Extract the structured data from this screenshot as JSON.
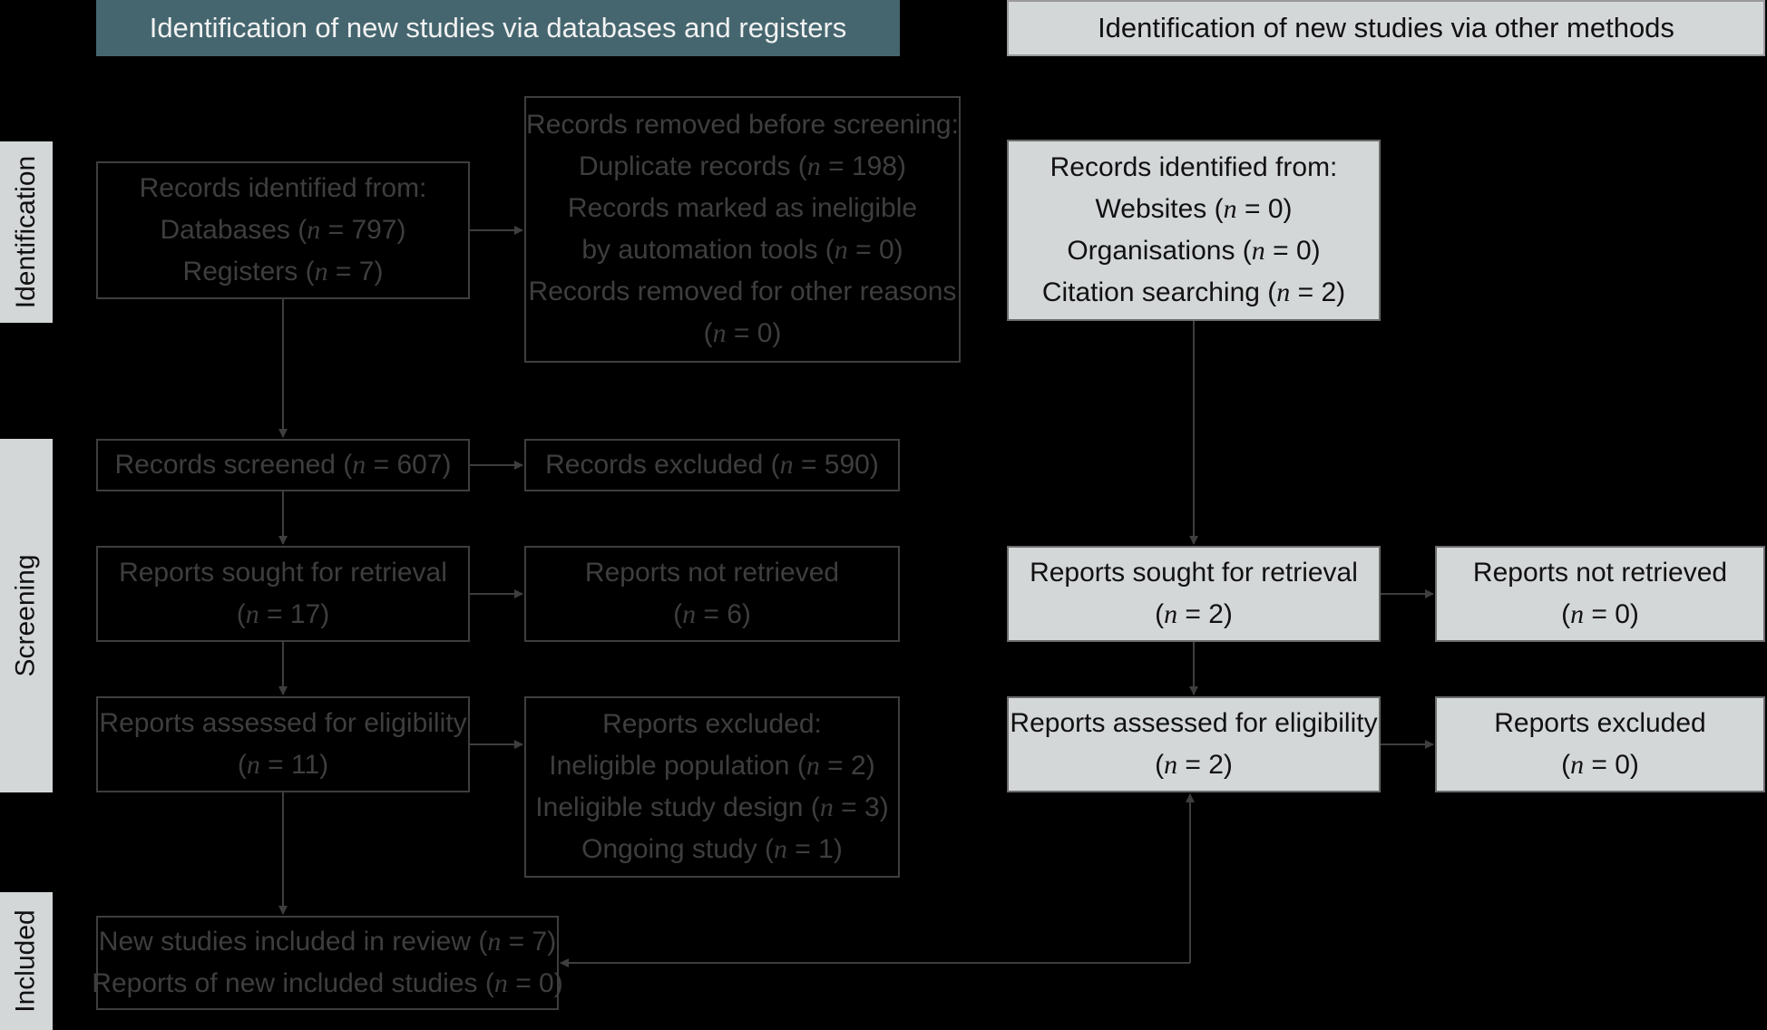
{
  "headers": {
    "databases": "Identification of new studies via databases and registers",
    "other": "Identification of new studies via other methods"
  },
  "stages": {
    "identification": "Identification",
    "screening": "Screening",
    "included": "Included"
  },
  "databases_column": {
    "records_identified": [
      "Records identified from:",
      "Databases (n = 797)",
      "Registers (n = 7)"
    ],
    "records_removed": [
      "Records removed before screening:",
      "Duplicate records (n = 198)",
      "Records marked as ineligible",
      "by automation tools (n = 0)",
      "Records removed for other reasons",
      "(n = 0)"
    ],
    "records_screened": [
      "Records screened (n = 607)"
    ],
    "records_excluded": [
      "Records excluded (n = 590)"
    ],
    "reports_sought": [
      "Reports sought for retrieval",
      "(n = 17)"
    ],
    "reports_not_retrieved": [
      "Reports not retrieved",
      "(n = 6)"
    ],
    "reports_assessed": [
      "Reports assessed for eligibility",
      "(n = 11)"
    ],
    "reports_excluded": [
      "Reports excluded:",
      "Ineligible population (n = 2)",
      "Ineligible study design (n = 3)",
      "Ongoing study (n = 1)"
    ],
    "included": [
      "New studies included in review (n = 7)",
      "Reports of new included studies (n = 0)"
    ]
  },
  "other_column": {
    "records_identified": [
      "Records identified from:",
      "Websites (n = 0)",
      "Organisations (n = 0)",
      "Citation searching (n = 2)"
    ],
    "reports_sought": [
      "Reports sought for retrieval",
      "(n = 2)"
    ],
    "reports_not_retrieved": [
      "Reports not retrieved",
      "(n = 0)"
    ],
    "reports_assessed": [
      "Reports assessed for eligibility",
      "(n = 2)"
    ],
    "reports_excluded": [
      "Reports excluded",
      "(n = 0)"
    ]
  },
  "colors": {
    "background": "#000000",
    "header_databases": "#45666f",
    "header_other": "#d4d7d8",
    "dark_box_border": "#3e3e3e",
    "light_box_fill": "#d4d7d8",
    "arrow": "#3e3e3e"
  }
}
